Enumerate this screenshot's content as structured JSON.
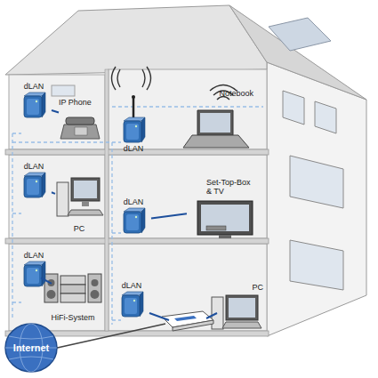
{
  "diagram": {
    "nodes": [
      {
        "text": [
          "dLAN"
        ]
      },
      {
        "text": [
          "IP Phone"
        ]
      },
      {
        "text": [
          "dLAN"
        ]
      },
      {
        "text": [
          "Notebook"
        ]
      },
      {
        "text": [
          "dLAN"
        ]
      },
      {
        "text": [
          "PC"
        ]
      },
      {
        "text": [
          "dLAN"
        ]
      },
      {
        "text": [
          "Set-Top-Box & TV"
        ]
      },
      {
        "text": [
          "dLAN"
        ]
      },
      {
        "text": [
          "HiFi-System"
        ]
      },
      {
        "text": [
          "dLAN"
        ]
      },
      {
        "text": [
          "PC"
        ]
      },
      {
        "text": [
          "Internet"
        ]
      }
    ],
    "edges": [
      {
        "from": 0,
        "to": 1,
        "arrow": "none"
      },
      {
        "from": 4,
        "to": 5,
        "arrow": "none"
      },
      {
        "from": 6,
        "to": 7,
        "arrow": "none"
      },
      {
        "from": 8,
        "to": 9,
        "arrow": "none"
      }
    ]
  }
}
